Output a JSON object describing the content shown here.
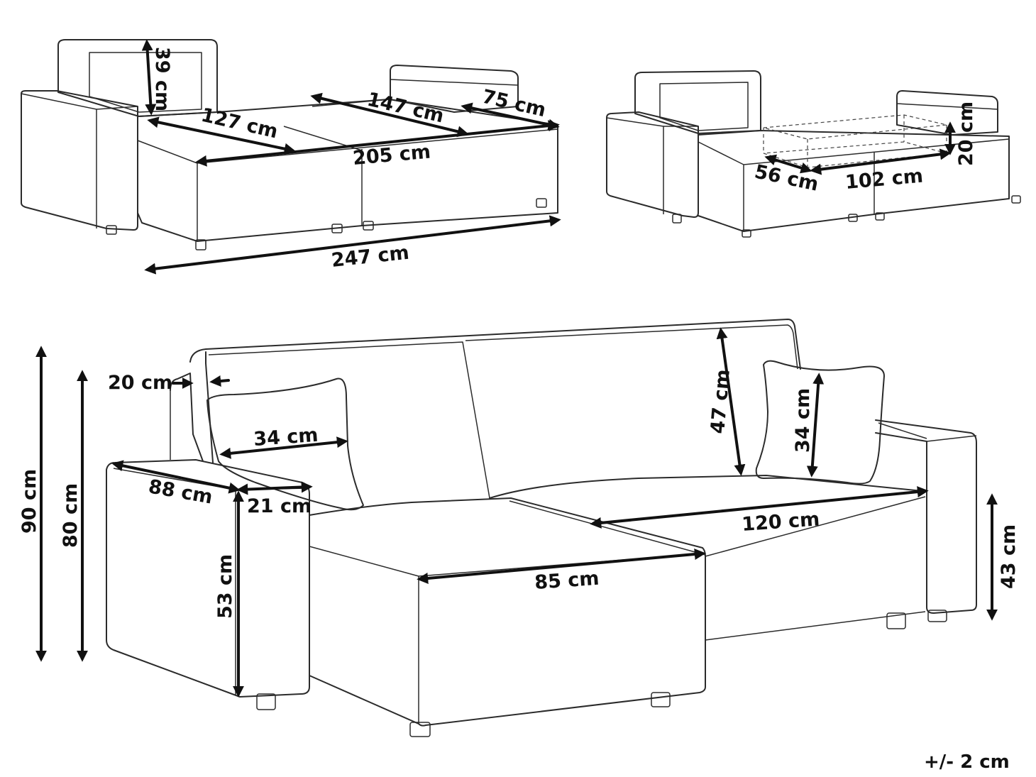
{
  "dimensions": {
    "back_height_small": "39 cm",
    "chaise_depth_top": "127 cm",
    "seat_width_147": "147 cm",
    "seat_width_75": "75 cm",
    "seat_width_205": "205 cm",
    "total_width": "247 cm",
    "storage_height": "20 cm",
    "storage_depth": "56 cm",
    "storage_width": "102 cm",
    "armrest_width_top": "20 cm",
    "total_height": "90 cm",
    "back_height": "80 cm",
    "total_depth": "88 cm",
    "armrest_width": "21 cm",
    "arm_height": "53 cm",
    "cushion_width": "34 cm",
    "cushion_height": "34 cm",
    "backrest_height": "47 cm",
    "seat_width_front": "120 cm",
    "chaise_width": "85 cm",
    "seat_height": "43 cm"
  },
  "tolerance": "+/- 2 cm"
}
